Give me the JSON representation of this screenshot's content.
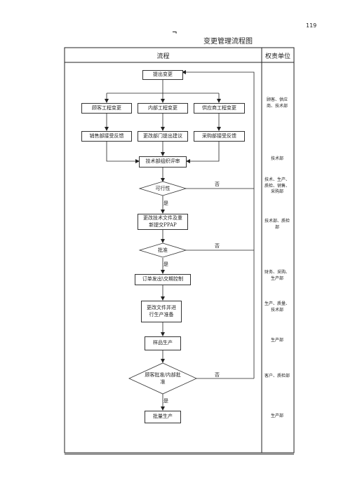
{
  "page_number": "119",
  "mark": "¬",
  "title": "变更管理流程图",
  "table": {
    "col_process": "流程",
    "col_unit": "权责单位"
  },
  "nodes": {
    "raise_change": "提出变更",
    "customer_change": "顾客工程变更",
    "internal_change": "内部工程变更",
    "supplier_change": "供应商工程变更",
    "sales_feedback": "销售部接受反馈",
    "dept_proposal": "更改部门提出建议",
    "purchase_feedback": "采购部接受反馈",
    "tech_review": "技术部组织评审",
    "feasibility": "可行性",
    "revise_docs": "更改技术文件及重新提交PPAP",
    "approval": "批准",
    "order_control": "订单发出\\交期控制",
    "prod_prep": "更改文件并进行生产准备",
    "sample_prod": "样品生产",
    "customer_approval": "顾客批准/内部批准",
    "mass_prod": "批量生产"
  },
  "labels": {
    "no": "否",
    "yes": "是"
  },
  "responsibility": [
    "顾客、供应商、技术部",
    "技术部",
    "技术、生产、质检、销售、采购部",
    "技术部、质检部",
    "财务、采购、生产部",
    "生产、质量、技术部",
    "生产部",
    "客户、质检部",
    "生产部"
  ]
}
